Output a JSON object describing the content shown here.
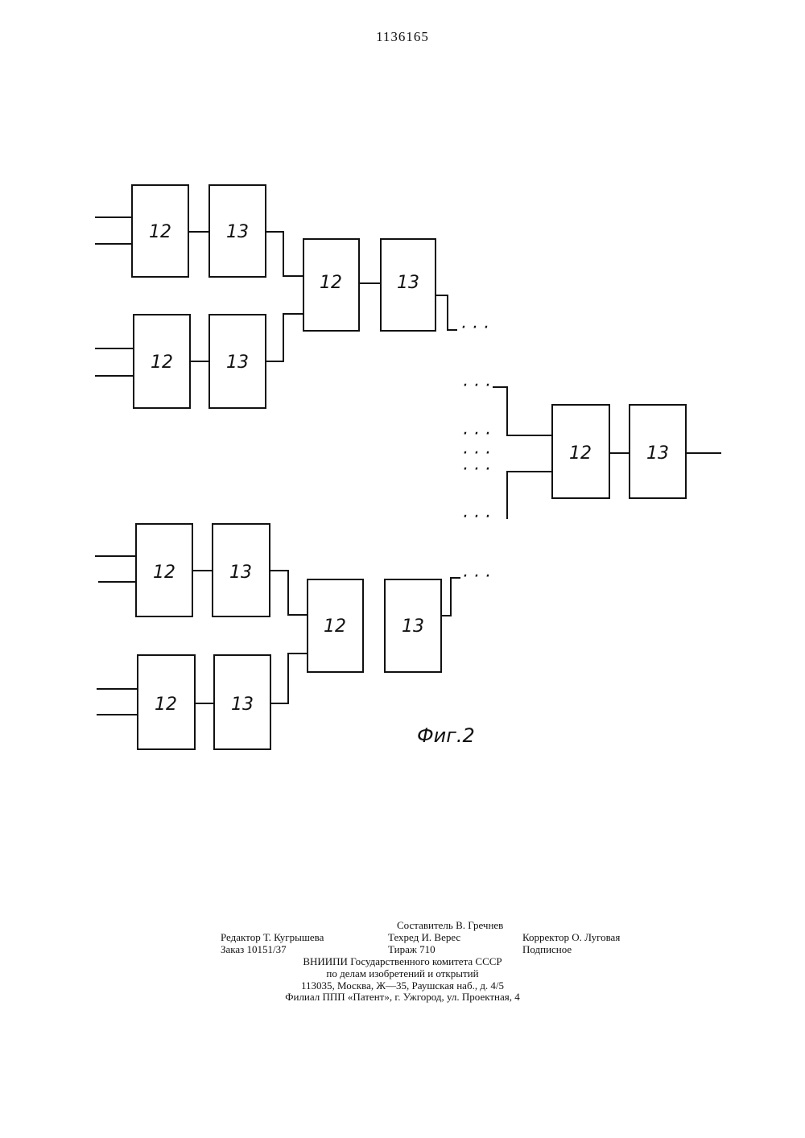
{
  "header": {
    "patent_number": "1136165"
  },
  "diagram": {
    "block_a_label": "12",
    "block_b_label": "13",
    "figure_caption": "Фиг.2",
    "continuation_marker": "· · ·"
  },
  "imprint": {
    "compiler": "Составитель В. Гречнев",
    "editor": "Редактор Т. Кугрышева",
    "tech_editor": "Техред И. Верес",
    "corrector": "Корректор О. Луговая",
    "order": "Заказ 10151/37",
    "circulation": "Тираж 710",
    "subscription": "Подписное",
    "org_line1": "ВНИИПИ  Государственного  комитета  СССР",
    "org_line2": "по  делам  изобретений  и  открытий",
    "org_line3": "113035,  Москва,  Ж—35,  Раушская  наб.,  д.  4/5",
    "branch": "Филиал  ППП  «Патент»,  г.  Ужгород,  ул.  Проектная,  4"
  }
}
